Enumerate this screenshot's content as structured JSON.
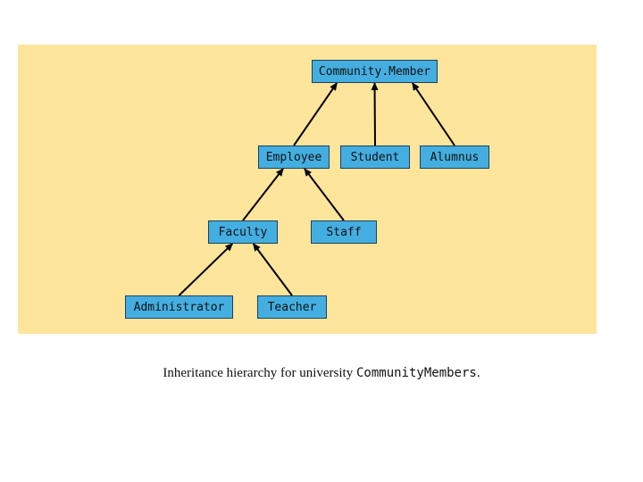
{
  "diagram": {
    "nodes": {
      "community_member": "Community.Member",
      "employee": "Employee",
      "student": "Student",
      "alumnus": "Alumnus",
      "faculty": "Faculty",
      "staff": "Staff",
      "administrator": "Administrator",
      "teacher": "Teacher"
    },
    "edges": [
      {
        "from": "employee",
        "to": "community_member"
      },
      {
        "from": "student",
        "to": "community_member"
      },
      {
        "from": "alumnus",
        "to": "community_member"
      },
      {
        "from": "faculty",
        "to": "employee"
      },
      {
        "from": "staff",
        "to": "employee"
      },
      {
        "from": "administrator",
        "to": "faculty"
      },
      {
        "from": "teacher",
        "to": "faculty"
      }
    ],
    "colors": {
      "background": "#fde59c",
      "node_fill": "#44aee0",
      "arrow": "#000000"
    }
  },
  "caption": {
    "text": "Inheritance hierarchy for university ",
    "code": "CommunityMembers",
    "suffix": "."
  }
}
